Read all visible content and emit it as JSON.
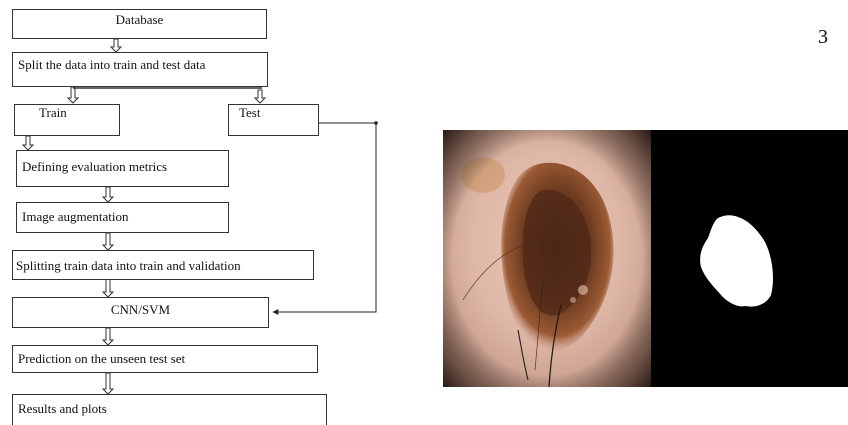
{
  "page_number": "3",
  "flowchart": {
    "database": "Database",
    "split": "Split the data into train and test data",
    "train": "Train",
    "test": "Test",
    "metrics": "Defining evaluation metrics",
    "augmentation": "Image augmentation",
    "split_validation": "Splitting train data into train and validation",
    "model": "CNN/SVM",
    "prediction": "Prediction on the unseen test set",
    "results": "Results and plots"
  },
  "images": {
    "dermoscopy": "skin-lesion-dermoscopy-image",
    "mask": "skin-lesion-segmentation-mask"
  }
}
